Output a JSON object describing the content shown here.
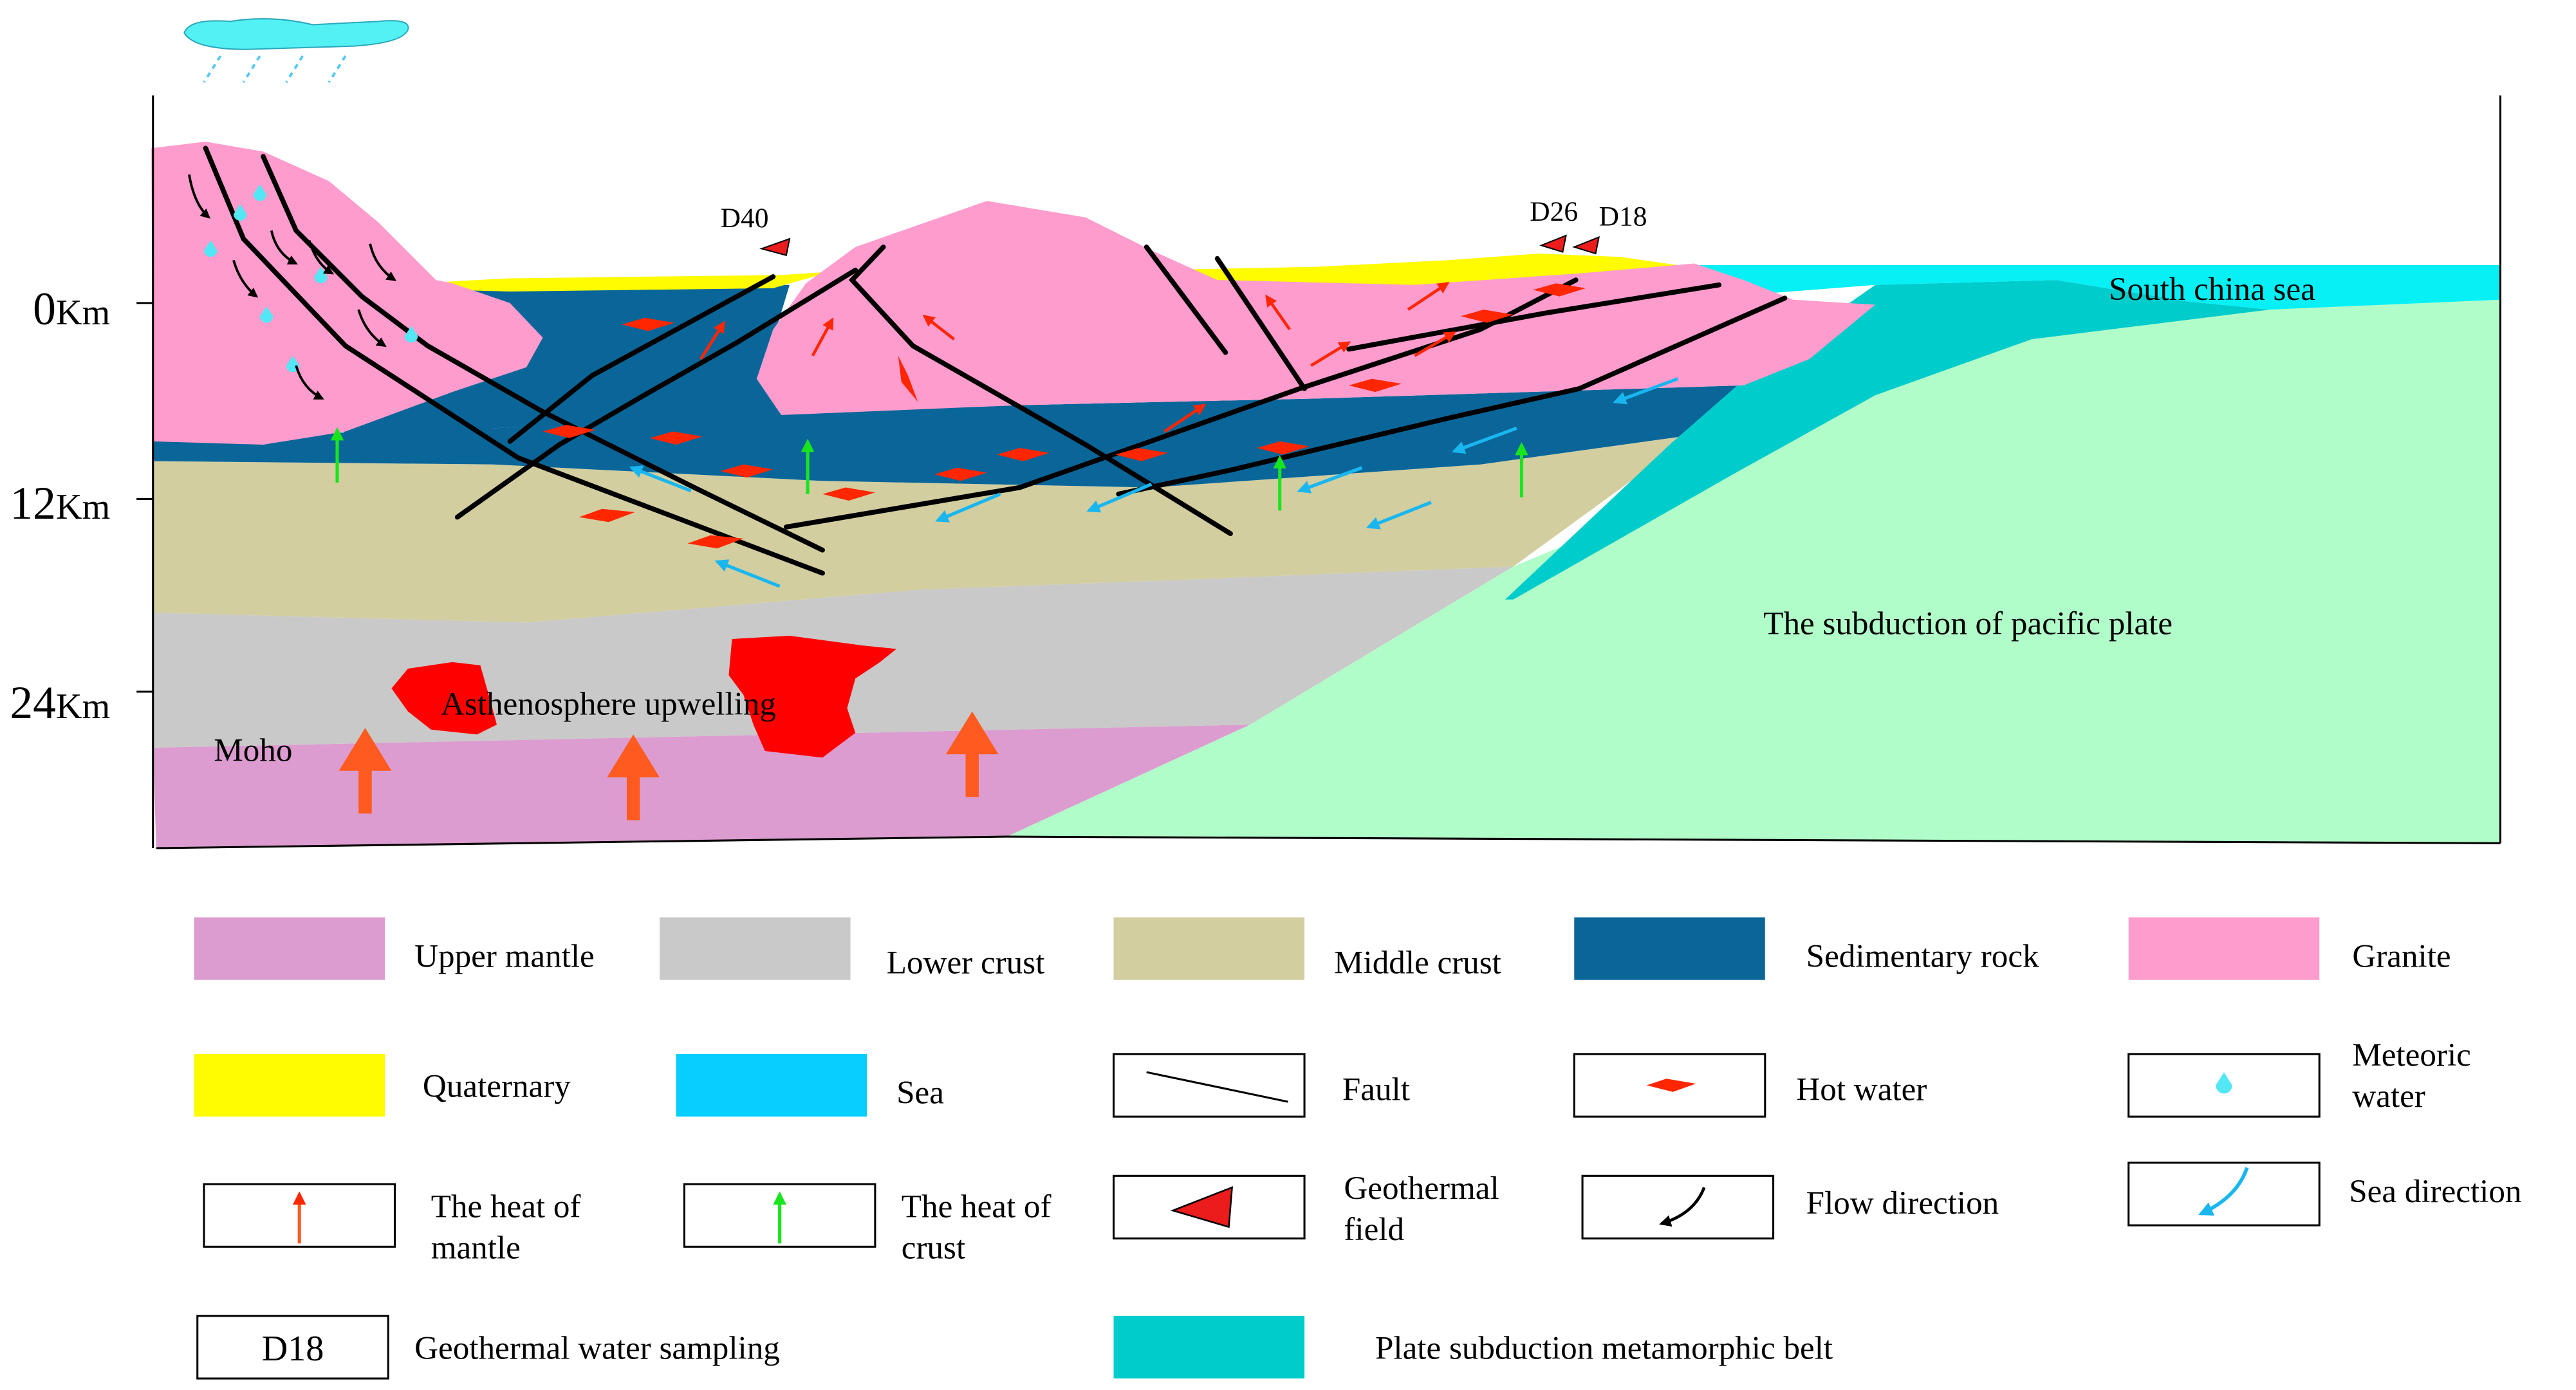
{
  "depth_labels": [
    {
      "num": "0",
      "unit": "Km"
    },
    {
      "num": "12",
      "unit": "Km"
    },
    {
      "num": "24",
      "unit": "Km"
    }
  ],
  "annotations": {
    "moho": "Moho",
    "asthenosphere": "Asthenosphere upwelling",
    "sea_name": "South china sea",
    "subduction": "The subduction of pacific plate"
  },
  "sample_sites": [
    "D40",
    "D26",
    "D18"
  ],
  "legend": [
    {
      "key": "upper-mantle",
      "label": [
        "Upper mantle"
      ],
      "swatch": "fill",
      "color": "#dc9ccf"
    },
    {
      "key": "lower-crust",
      "label": [
        "Lower crust"
      ],
      "swatch": "fill",
      "color": "#c9c9c9"
    },
    {
      "key": "middle-crust",
      "label": [
        "Middle crust"
      ],
      "swatch": "fill",
      "color": "#d2cea0"
    },
    {
      "key": "sedimentary-rock",
      "label": [
        "Sedimentary  rock"
      ],
      "swatch": "fill",
      "color": "#0a6699"
    },
    {
      "key": "granite",
      "label": [
        "Granite"
      ],
      "swatch": "fill",
      "color": "#fe9ccd"
    },
    {
      "key": "quaternary",
      "label": [
        "Quaternary"
      ],
      "swatch": "fill",
      "color": "#fffc00"
    },
    {
      "key": "sea",
      "label": [
        "Sea"
      ],
      "swatch": "fill",
      "color": "#06cefe"
    },
    {
      "key": "fault",
      "label": [
        "Fault"
      ],
      "swatch": "fault-line",
      "color": "#000000"
    },
    {
      "key": "hot-water",
      "label": [
        "Hot water"
      ],
      "swatch": "hot-water",
      "color": "#ff2600"
    },
    {
      "key": "meteoric-water",
      "label": [
        "Meteoric",
        "water"
      ],
      "swatch": "droplet",
      "color": "#53e6f4"
    },
    {
      "key": "heat-of-mantle",
      "label": [
        "The heat  of",
        "mantle"
      ],
      "swatch": "mantle-arrow",
      "color": "#ff5a1f"
    },
    {
      "key": "heat-of-crust",
      "label": [
        "The heat  of",
        "crust"
      ],
      "swatch": "crust-arrow",
      "color": "#19e51f"
    },
    {
      "key": "geothermal-field",
      "label": [
        "Geothermal",
        "field"
      ],
      "swatch": "triangle",
      "color": "#ea1c1c"
    },
    {
      "key": "flow-direction",
      "label": [
        "Flow  direction"
      ],
      "swatch": "flow-arrow",
      "color": "#000000"
    },
    {
      "key": "sea-direction",
      "label": [
        "Sea direction"
      ],
      "swatch": "sea-arrow",
      "color": "#19b6f0"
    },
    {
      "key": "geothermal-water-sampling",
      "label": [
        "Geothermal water sampling"
      ],
      "swatch": "text-box",
      "box_text": "D18",
      "color": "#000000"
    },
    {
      "key": "plate-subduction-metamorphic-belt",
      "label": [
        "Plate subduction metamorphic belt"
      ],
      "swatch": "fill",
      "color": "#00cccc"
    }
  ],
  "colors": {
    "upper_mantle": "#dc9ccf",
    "lower_crust": "#c9c9c9",
    "middle_crust": "#d2cea0",
    "sedimentary": "#0a6699",
    "granite": "#fe9ccd",
    "quaternary": "#fffc00",
    "sea": "#06f0f6",
    "metamorphic_belt": "#00cccc",
    "pacific_plate": "#b1fdc9",
    "magma": "#ff0000",
    "hot_water": "#ff2600",
    "mantle_heat": "#ff5a1f",
    "crust_heat": "#19e51f",
    "sea_flow": "#19b6f0",
    "cloud": "#53f0f4",
    "droplet": "#53e6f4"
  }
}
